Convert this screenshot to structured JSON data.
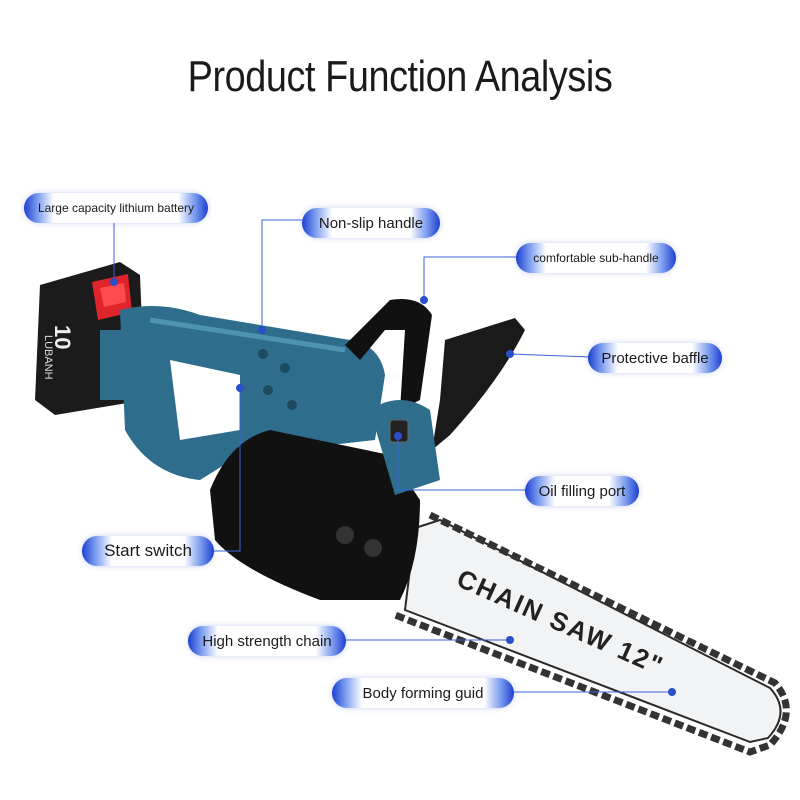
{
  "title": "Product Function Analysis",
  "labels": {
    "battery": "Large capacity lithium battery",
    "handle": "Non-slip handle",
    "sub_handle": "comfortable sub-handle",
    "baffle": "Protective baffle",
    "oil_port": "Oil filling port",
    "start_switch": "Start switch",
    "chain": "High strength chain",
    "guide": "Body forming guid"
  },
  "product": {
    "bar_text": "CHAIN SAW 12\"",
    "battery_text": "10",
    "battery_brand": "LUBANH"
  },
  "colors": {
    "body_blue": "#2f6d8c",
    "label_blue": "#1d3fd0",
    "battery_red": "#e0242c"
  }
}
